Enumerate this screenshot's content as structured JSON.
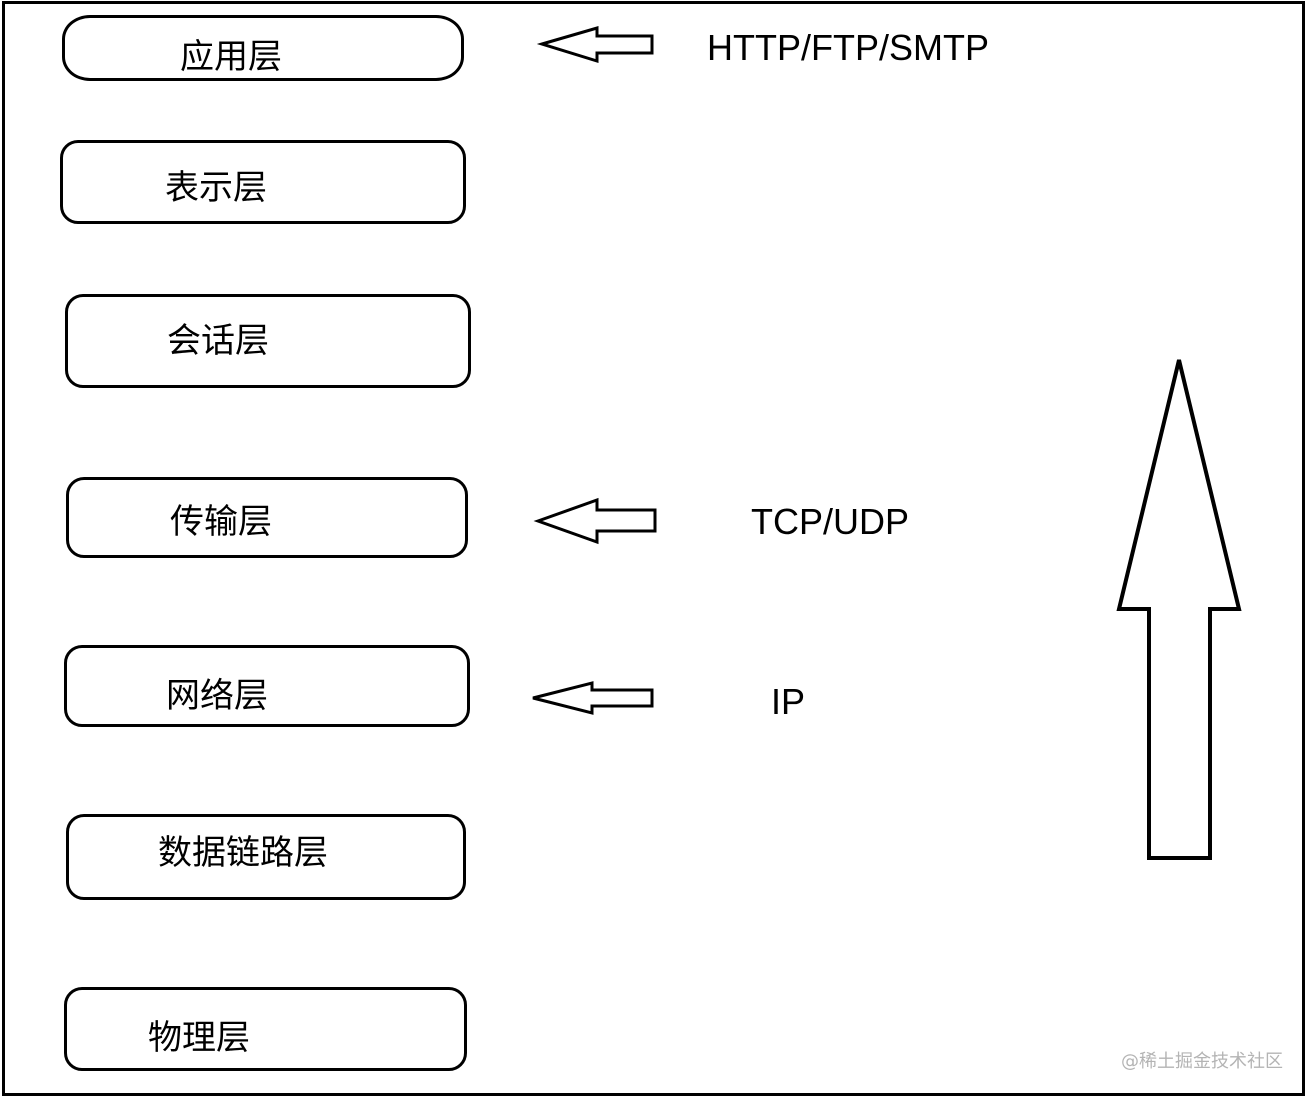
{
  "layers": [
    {
      "name": "应用层"
    },
    {
      "name": "表示层"
    },
    {
      "name": "会话层"
    },
    {
      "name": "传输层"
    },
    {
      "name": "网络层"
    },
    {
      "name": "数据链路层"
    },
    {
      "name": "物理层"
    }
  ],
  "protocols": {
    "application": "HTTP/FTP/SMTP",
    "transport": "TCP/UDP",
    "network": "IP"
  },
  "watermark": "@稀土掘金技术社区",
  "colors": {
    "stroke": "#000000",
    "background": "#ffffff",
    "watermark": "#b4b4b4"
  }
}
